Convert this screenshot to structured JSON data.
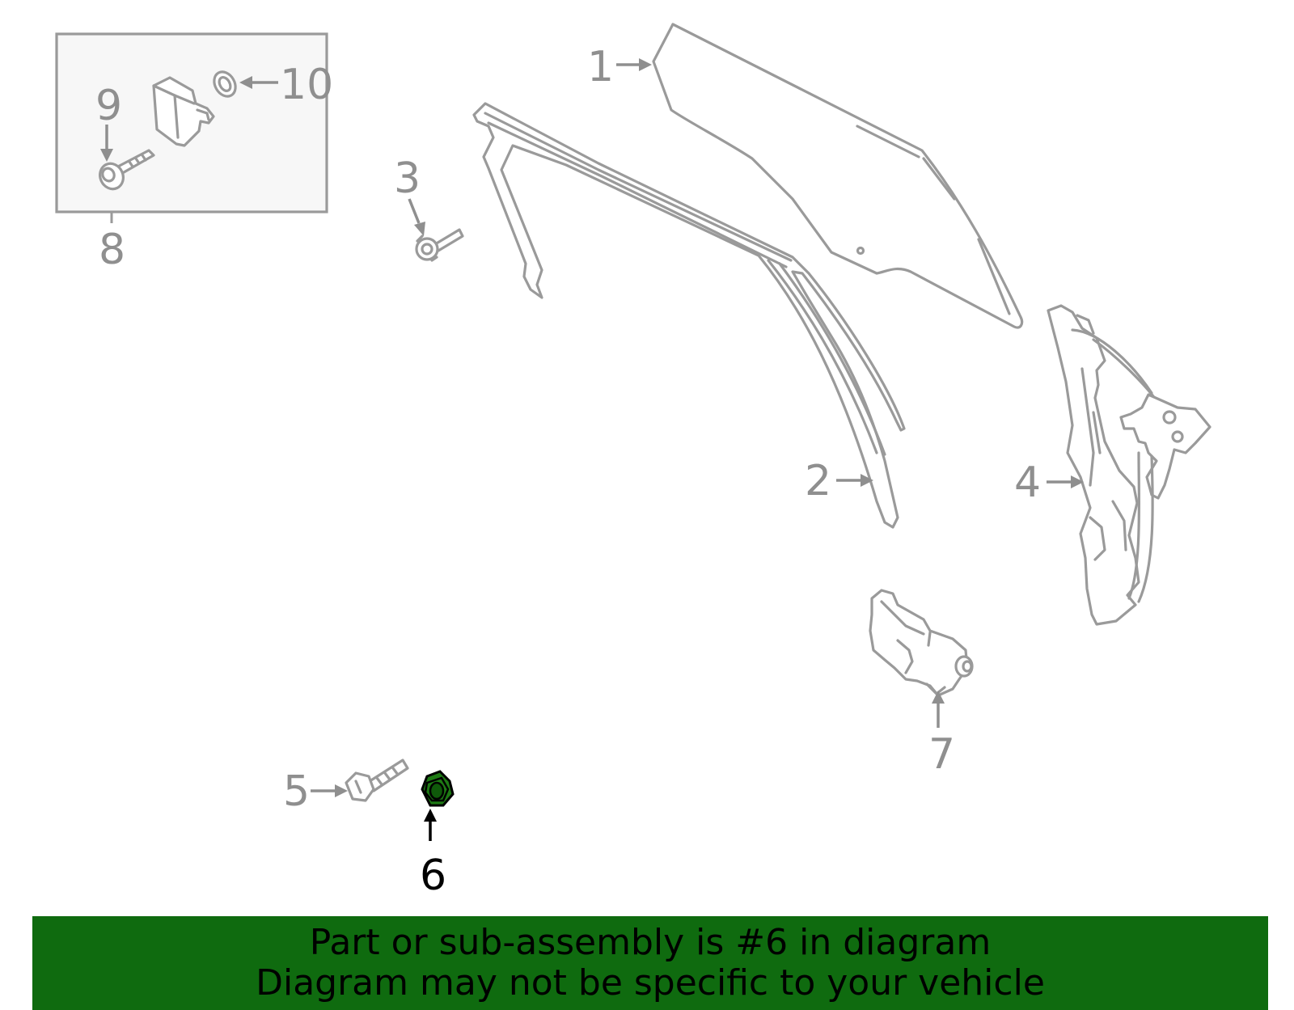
{
  "colors": {
    "line_gray": "#9a9a9a",
    "label_gray": "#8f8f8f",
    "highlight_green": "#1e7a14",
    "banner_green": "#0f6b0f",
    "inset_bg": "#f7f7f7"
  },
  "callouts": {
    "c1": "1",
    "c2": "2",
    "c3": "3",
    "c4": "4",
    "c5": "5",
    "c6": "6",
    "c7": "7",
    "c8": "8",
    "c9": "9",
    "c10": "10"
  },
  "highlighted_part": "6",
  "banner": {
    "line1": "Part or sub-assembly is #6 in diagram",
    "line2": "Diagram may not be specific to your vehicle"
  }
}
